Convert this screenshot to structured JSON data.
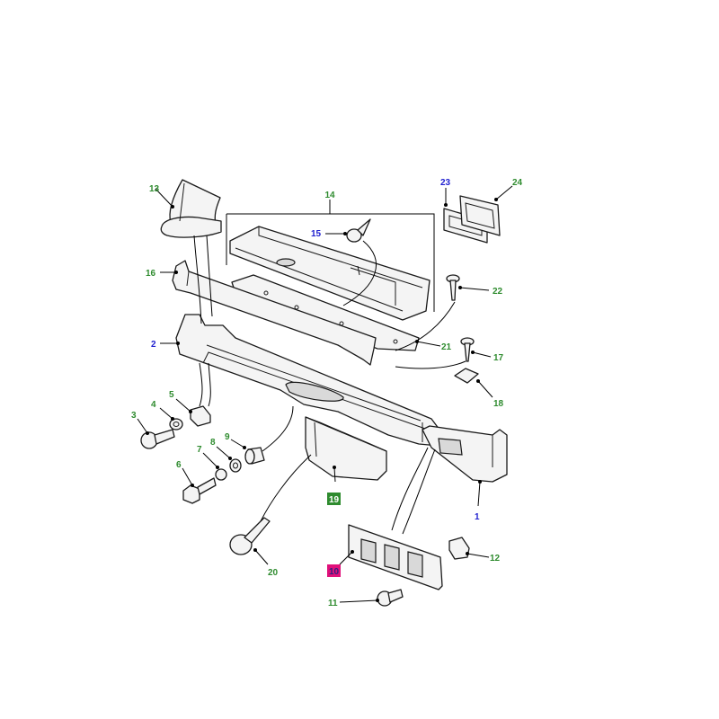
{
  "colors": {
    "callout_green": "#2e8b2e",
    "callout_blue": "#1f1fcf",
    "highlight_green_bg": "#2e8b2e",
    "highlight_magenta_bg": "#e0107a",
    "highlight_text": "#ffffff"
  },
  "callouts": {
    "c1": {
      "label": "1",
      "color": "blue"
    },
    "c2": {
      "label": "2",
      "color": "blue"
    },
    "c3": {
      "label": "3",
      "color": "green"
    },
    "c4": {
      "label": "4",
      "color": "green"
    },
    "c5": {
      "label": "5",
      "color": "green"
    },
    "c6": {
      "label": "6",
      "color": "green"
    },
    "c7": {
      "label": "7",
      "color": "green"
    },
    "c8": {
      "label": "8",
      "color": "green"
    },
    "c9": {
      "label": "9",
      "color": "green"
    },
    "c10": {
      "label": "10",
      "color": "magenta-box"
    },
    "c11": {
      "label": "11",
      "color": "green"
    },
    "c12": {
      "label": "12",
      "color": "green"
    },
    "c13": {
      "label": "13",
      "color": "green"
    },
    "c14": {
      "label": "14",
      "color": "green"
    },
    "c15": {
      "label": "15",
      "color": "blue"
    },
    "c16": {
      "label": "16",
      "color": "green"
    },
    "c17": {
      "label": "17",
      "color": "green"
    },
    "c18": {
      "label": "18",
      "color": "green"
    },
    "c19": {
      "label": "19",
      "color": "green-box"
    },
    "c20": {
      "label": "20",
      "color": "green"
    },
    "c21": {
      "label": "21",
      "color": "green"
    },
    "c22": {
      "label": "22",
      "color": "green"
    },
    "c23": {
      "label": "23",
      "color": "blue"
    },
    "c24": {
      "label": "24",
      "color": "green"
    }
  }
}
